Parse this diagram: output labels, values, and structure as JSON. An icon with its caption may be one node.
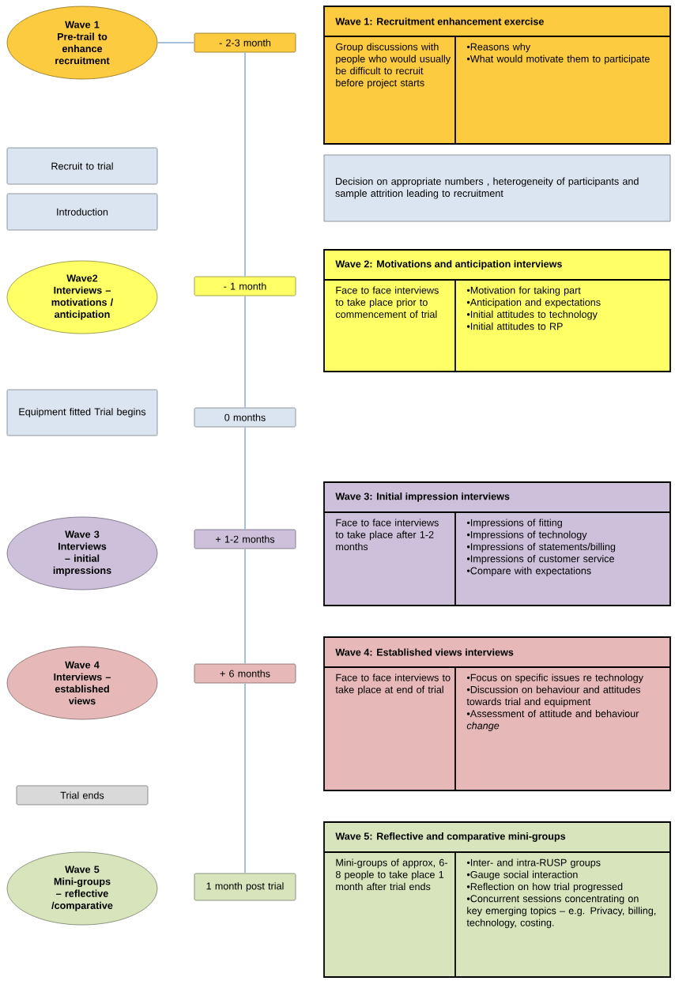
{
  "diagram": {
    "nodes": [
      {
        "text": [
          "Wave 1",
          "Pre-trail to enhance recruitment"
        ]
      },
      {
        "text": [
          "- 2-3 month"
        ]
      },
      {
        "text": [
          "Wave 1: Recruitment enhancement exercise",
          "Group discussions with people  who would usually be difficult to recruit before project starts",
          "•Reasons why",
          "•What would motivate them to participate"
        ]
      },
      {
        "text": [
          "Recruit to trial"
        ]
      },
      {
        "text": [
          "Introduction"
        ]
      },
      {
        "text": [
          "Decision on appropriate numbers , heterogeneity of participants and sample attrition leading to recruitment"
        ]
      },
      {
        "text": [
          "Wave2",
          "Interviews – motivations / anticipation"
        ]
      },
      {
        "text": [
          "- 1 month"
        ]
      },
      {
        "text": [
          "Wave 2: Motivations and anticipation interviews",
          "Face to face interviews to take place prior to commencement of trial",
          "•Motivation for taking part",
          "•Anticipation and expectations",
          "•Initial attitudes to technology",
          "•Initial attitudes to RP"
        ]
      },
      {
        "text": [
          "Equipment fitted Trial begins"
        ]
      },
      {
        "text": [
          "0 months"
        ]
      },
      {
        "text": [
          "Wave 3",
          "Interviews – initial impressions"
        ]
      },
      {
        "text": [
          "+ 1-2 months"
        ]
      },
      {
        "text": [
          "Wave 3: Initial impression interviews",
          "Face to face interviews to take place after 1-2 months",
          "•Impressions of fitting",
          "•Impressions of technology",
          "•Impressions of statements/billing",
          "•Impressions of customer service",
          "•Compare with expectations"
        ]
      },
      {
        "text": [
          "Wave 4",
          "Interviews – established views"
        ]
      },
      {
        "text": [
          "+ 6 months"
        ]
      },
      {
        "text": [
          "Wave 4: Established views interviews",
          "Face to face interviews to take place at end of trial",
          "•Focus on specific issues re technology",
          "•Discussion on behaviour  and attitudes towards trial and equipment",
          "•Assessment of attitude and behaviour *change*"
        ]
      },
      {
        "text": [
          "Trial ends"
        ]
      },
      {
        "text": [
          "Wave 5",
          "Mini-groups – reflective /comparative"
        ]
      },
      {
        "text": [
          "1 month post trial"
        ]
      },
      {
        "text": [
          "Wave 5: Reflective and comparative mini-groups",
          "Mini-groups of approx, 6-8 people to take place 1 month after trial ends",
          "•Inter- and intra-RUSP groups",
          "•Gauge social interaction",
          "•Reflection on how trial progressed",
          "•Concurrent sessions concentrating on key emerging topics – e.g. Privacy, billing, technology, costing."
        ]
      }
    ],
    "edges": [
      {
        "from": 0,
        "to": 1,
        "arrow": "none"
      },
      {
        "from": 1,
        "to": 7,
        "arrow": "none"
      },
      {
        "from": 7,
        "to": 10,
        "arrow": "none"
      },
      {
        "from": 10,
        "to": 12,
        "arrow": "none"
      },
      {
        "from": 12,
        "to": 15,
        "arrow": "none"
      },
      {
        "from": 15,
        "to": 19,
        "arrow": "none"
      }
    ]
  }
}
